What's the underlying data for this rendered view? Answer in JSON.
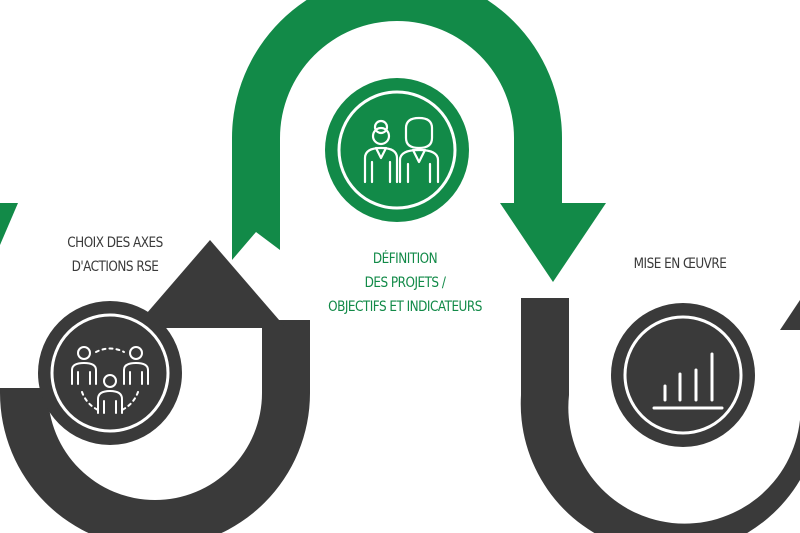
{
  "colors": {
    "green": "#128a48",
    "dark": "#3a3a3a",
    "white": "#ffffff"
  },
  "icons": {
    "step_1": "team-network-icon",
    "step_2": "two-people-icon",
    "step_3": "bar-chart-icon"
  },
  "steps": [
    {
      "lines": [
        "CHOIX DES AXES",
        "D'ACTIONS RSE"
      ]
    },
    {
      "lines": [
        "DÉFINITION",
        "DES PROJETS /",
        "OBJECTIFS ET INDICATEURS"
      ]
    },
    {
      "lines": [
        "MISE EN ŒUVRE"
      ]
    }
  ]
}
